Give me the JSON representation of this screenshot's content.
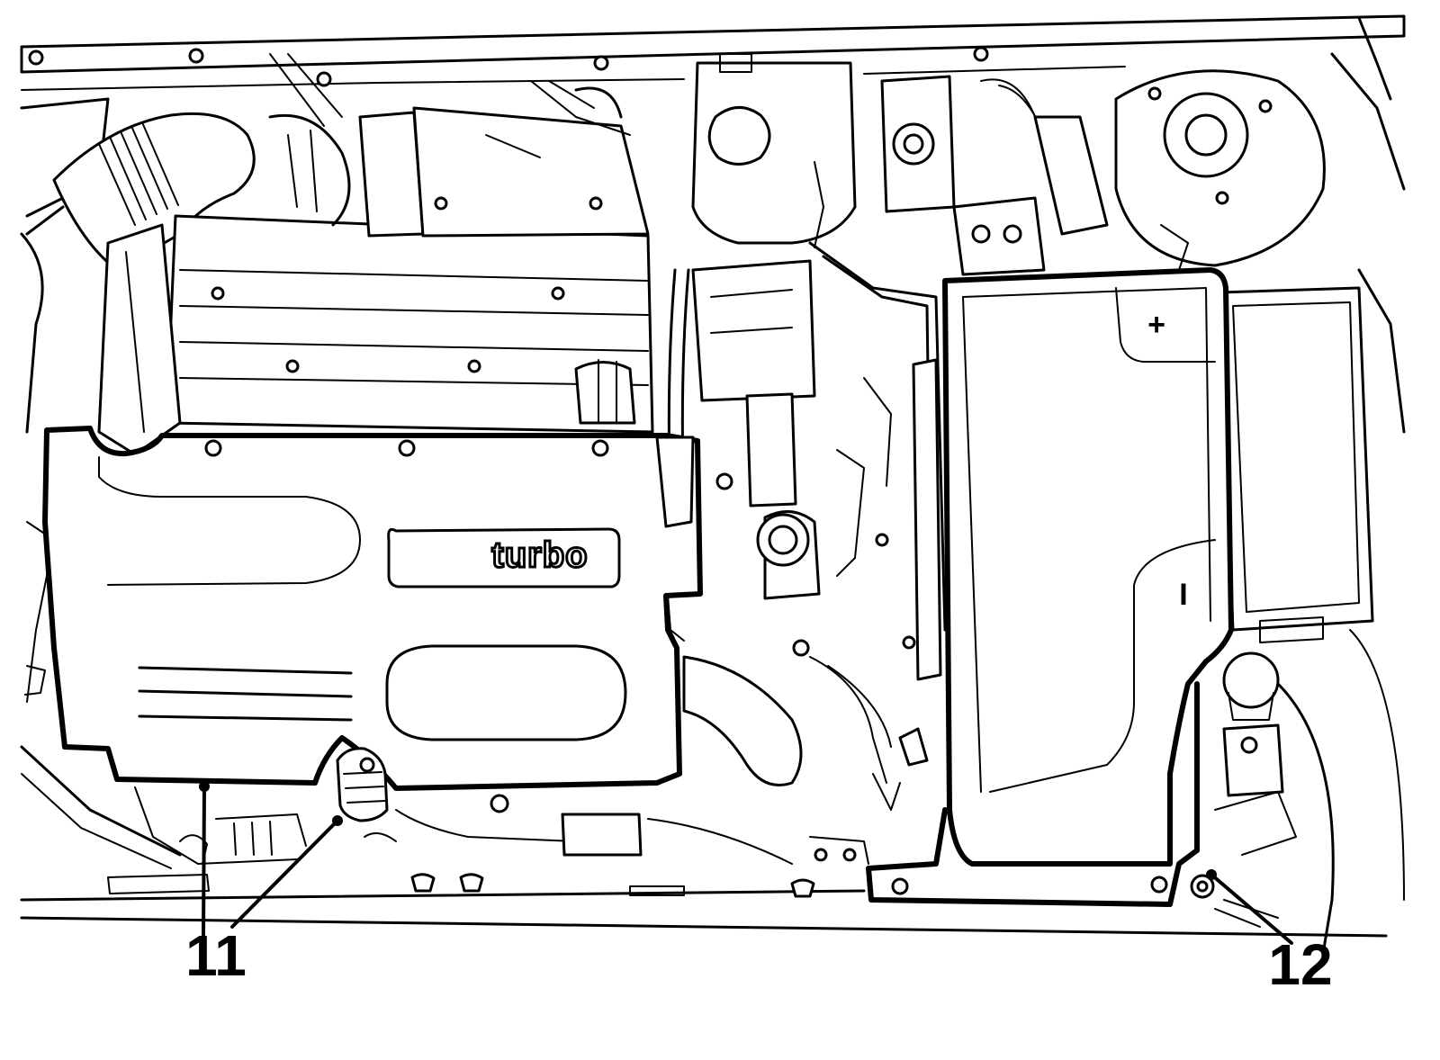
{
  "figure": {
    "cover_logo": "turbo",
    "battery_plus_symbol": "+",
    "battery_minus_symbol": "I"
  },
  "callouts": [
    {
      "label": "11"
    },
    {
      "label": "12"
    }
  ]
}
